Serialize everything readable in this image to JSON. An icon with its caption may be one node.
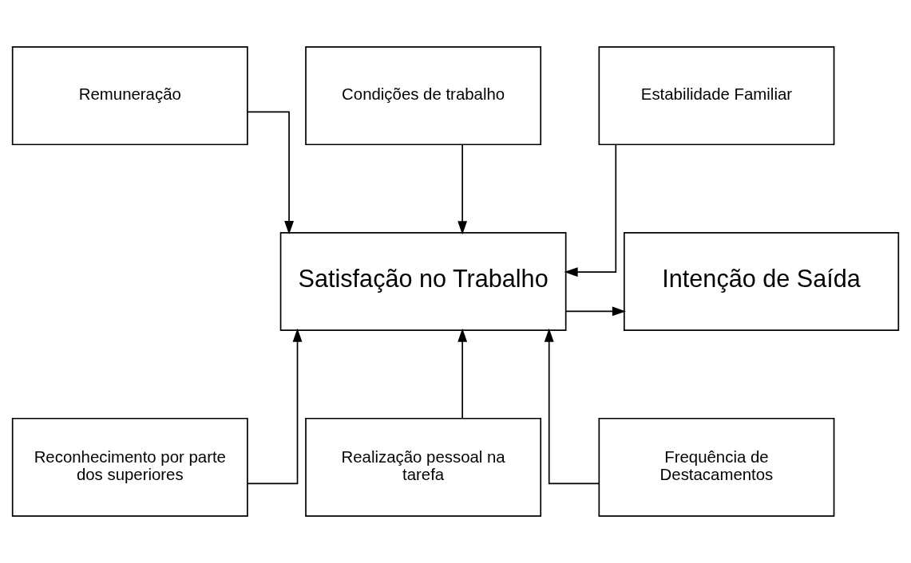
{
  "diagram": {
    "nodes": [
      {
        "text": [
          "Remuneração"
        ]
      },
      {
        "text": [
          "Condições de trabalho"
        ]
      },
      {
        "text": [
          "Estabilidade Familiar"
        ]
      },
      {
        "text": [
          "Satisfação no Trabalho"
        ]
      },
      {
        "text": [
          "Intenção de Saída"
        ]
      },
      {
        "text": [
          "Reconhecimento por parte dos superiores"
        ]
      },
      {
        "text": [
          "Realização pessoal na tarefa"
        ]
      },
      {
        "text": [
          "Frequência de Destacamentos"
        ]
      }
    ],
    "edges": [
      {
        "from": 0,
        "to": 3,
        "arrow": "to"
      },
      {
        "from": 1,
        "to": 3,
        "arrow": "to"
      },
      {
        "from": 2,
        "to": 3,
        "arrow": "to"
      },
      {
        "from": 3,
        "to": 4,
        "arrow": "to"
      },
      {
        "from": 5,
        "to": 3,
        "arrow": "to"
      },
      {
        "from": 6,
        "to": 3,
        "arrow": "to"
      },
      {
        "from": 7,
        "to": 3,
        "arrow": "to"
      }
    ]
  }
}
